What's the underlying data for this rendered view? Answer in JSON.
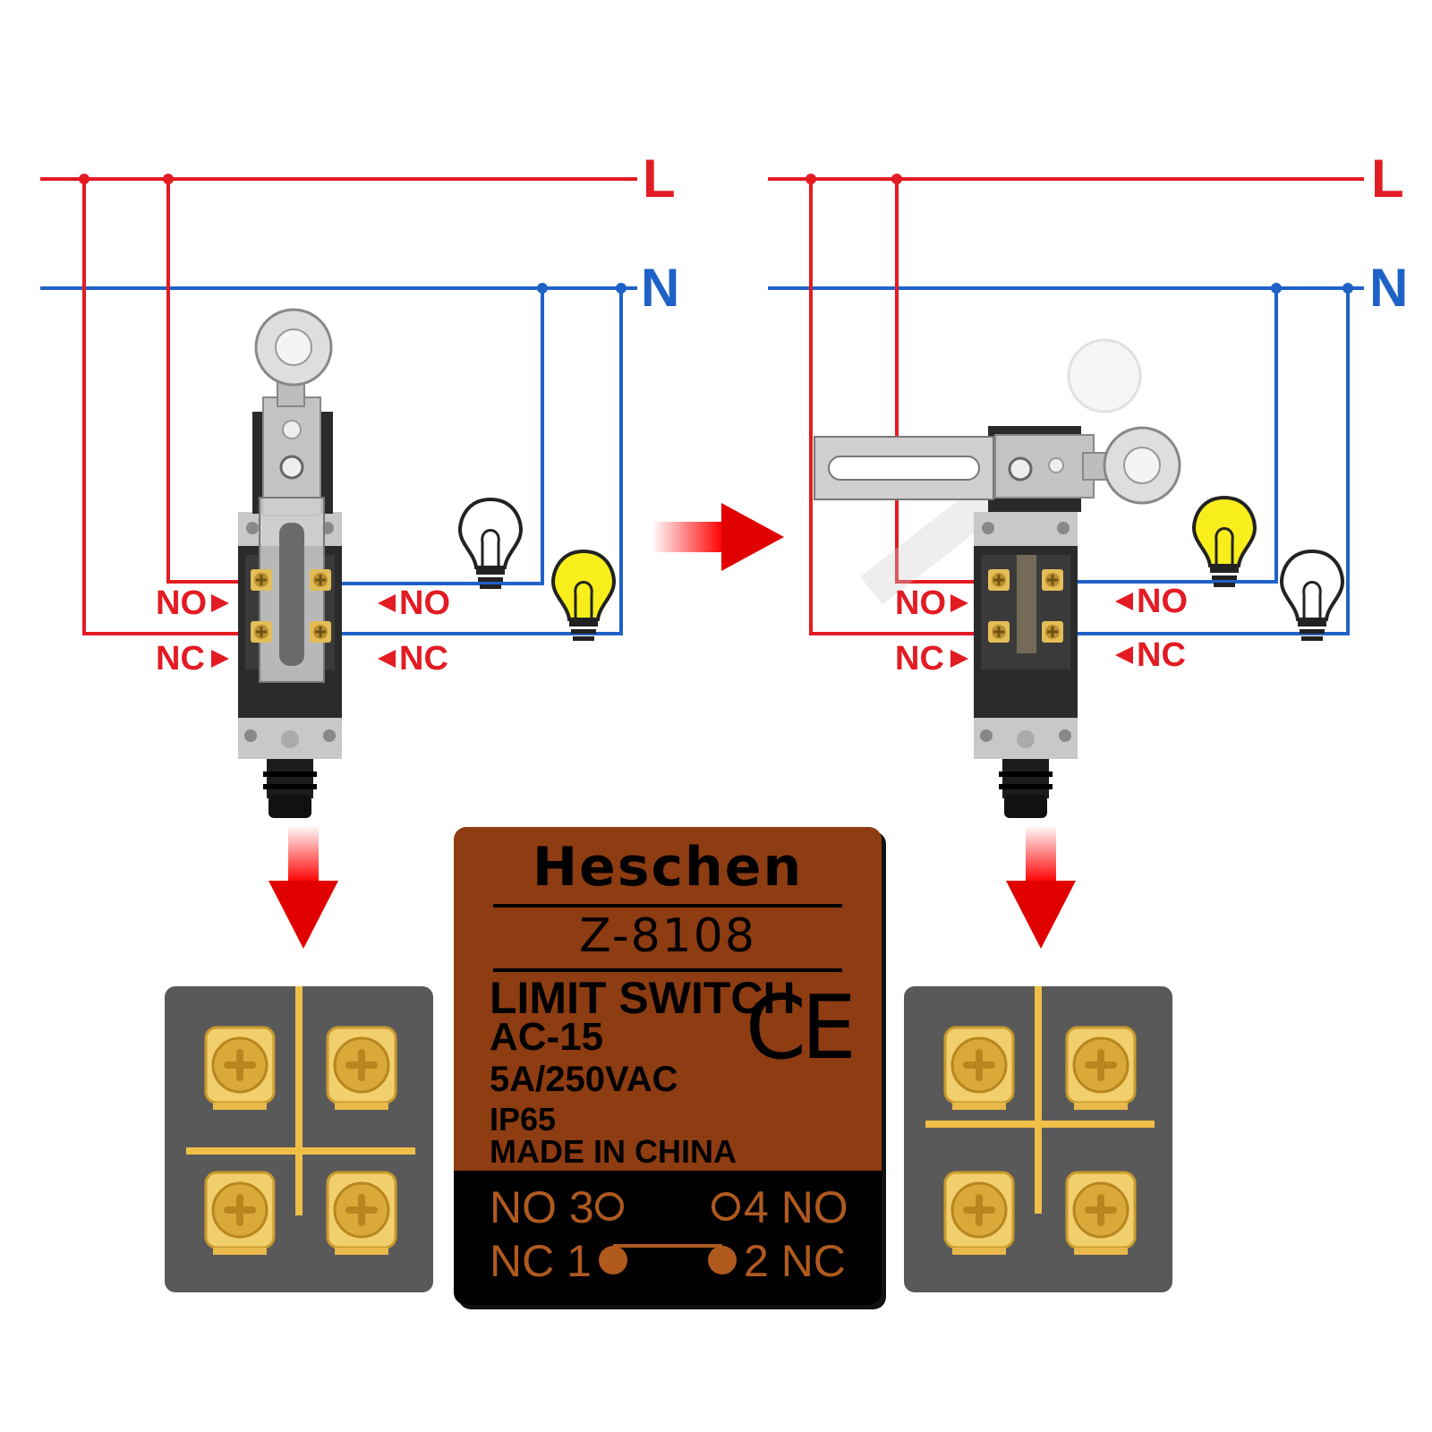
{
  "diagram": {
    "line_labels": {
      "live": "L",
      "neutral": "N"
    },
    "terminal_labels": {
      "no": "NO",
      "nc": "NC"
    },
    "colors": {
      "live_wire": "#e31b23",
      "neutral_wire": "#1f62c7",
      "arrow": "#e10000",
      "lamp_on": "#f7ee1c",
      "lamp_off": "#ffffff",
      "switch_body": "#2b2b2b",
      "switch_metal": "#b7b7b7",
      "terminal_brass": "#e8c15e",
      "terminal_panel": "#595959"
    },
    "states": [
      {
        "name": "released",
        "no_lamp": "off",
        "nc_lamp": "on"
      },
      {
        "name": "actuated",
        "no_lamp": "on",
        "nc_lamp": "off"
      }
    ],
    "icons": [
      "lightbulb-icon",
      "limit-switch-icon",
      "red-arrow-icon",
      "terminal-screw-icon",
      "ce-mark-icon"
    ]
  },
  "nameplate": {
    "brand": "Heschen",
    "model": "Z-8108",
    "type": "LIMIT SWITCH",
    "category": "AC-15",
    "rating": "5A/250VAC",
    "protection": "IP65",
    "origin": "MADE IN CHINA",
    "mark": "CE",
    "terminals": {
      "no_left": "NO 3",
      "no_right": "4 NO",
      "nc_left": "NC 1",
      "nc_right": "2 NC"
    }
  }
}
